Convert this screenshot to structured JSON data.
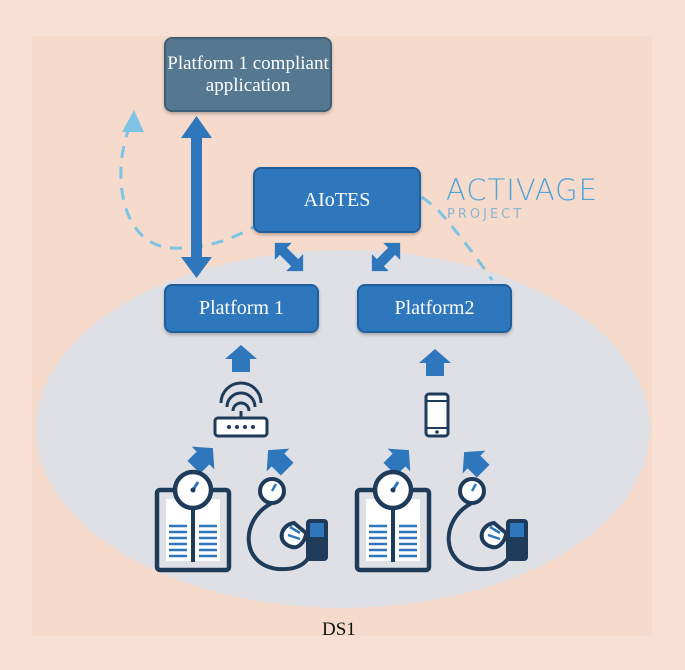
{
  "diagram": {
    "nodes": {
      "app": "Platform 1 compliant application",
      "aiotes": "AIoTES",
      "platform1": "Platform 1",
      "platform2": "Platform2"
    },
    "region_label": "DS1",
    "logo": {
      "main": "ACTIVAGE",
      "sub": "PROJECT"
    },
    "icons": [
      "router-icon",
      "smartphone-icon",
      "body-scale-icon",
      "blood-pressure-monitor-icon"
    ],
    "colors": {
      "arrow": "#2f77bc",
      "dashed": "#7cc3e4",
      "node": "#2f77bc",
      "app_node": "#557890"
    }
  }
}
